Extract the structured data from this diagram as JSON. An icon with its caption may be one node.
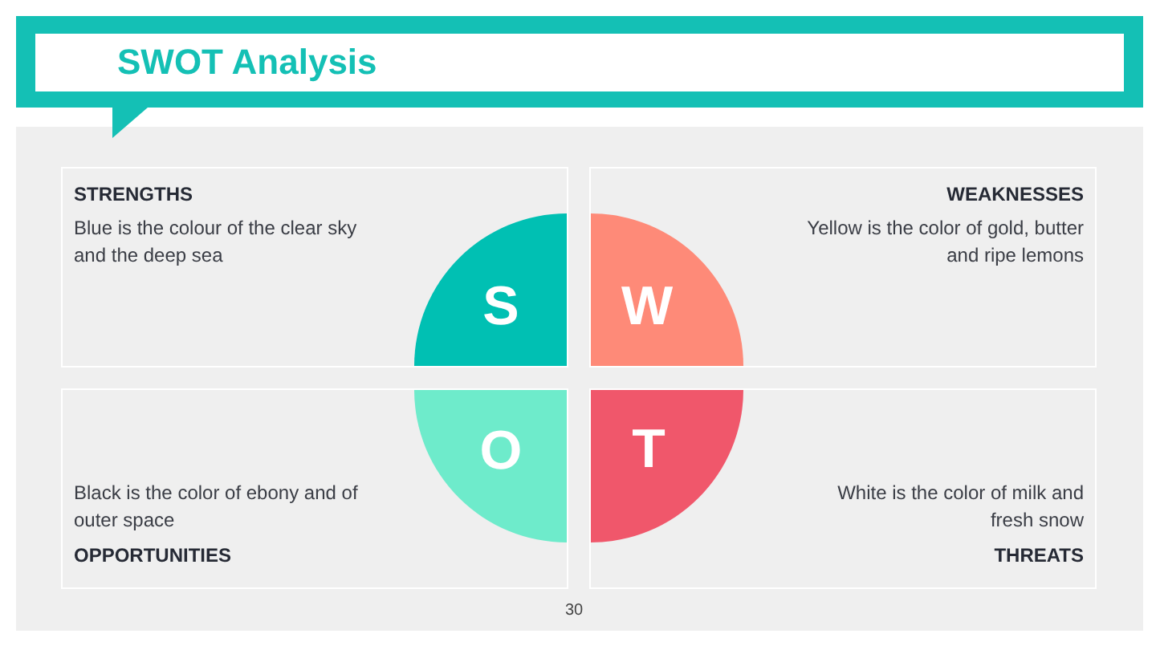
{
  "diagram": {
    "title": "SWOT Analysis",
    "nodes": [
      {
        "text": [
          "STRENGTHS",
          "Blue is the colour of the clear sky and the deep sea"
        ]
      },
      {
        "text": [
          "S"
        ],
        "in": 0
      },
      {
        "text": [
          "WEAKNESSES",
          "Yellow is the color of gold, butter and ripe lemons"
        ]
      },
      {
        "text": [
          "W"
        ],
        "in": 2
      },
      {
        "text": [
          "Black is the color of ebony and of outer space",
          "OPPORTUNITIES"
        ]
      },
      {
        "text": [
          "O"
        ],
        "in": 4
      },
      {
        "text": [
          "White is the color of milk and fresh snow",
          "THREATS"
        ]
      },
      {
        "text": [
          "T"
        ],
        "in": 6
      }
    ],
    "labels": [
      "30"
    ]
  }
}
